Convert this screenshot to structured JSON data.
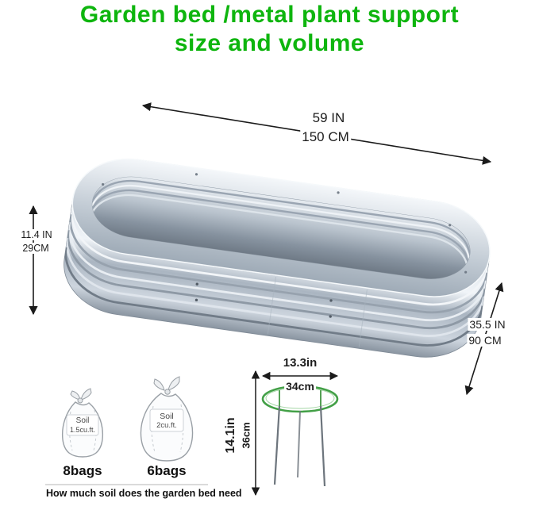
{
  "title": {
    "line1": "Garden bed /metal plant support",
    "line2": "size and volume"
  },
  "bed_dimensions": {
    "length": {
      "inches": "59 IN",
      "cm": "150 CM"
    },
    "height": {
      "inches": "11.4 IN",
      "cm": "29CM"
    },
    "width": {
      "inches": "35.5 IN",
      "cm": "90 CM"
    }
  },
  "plant_support": {
    "diameter": {
      "inches": "13.3in",
      "cm": "34cm"
    },
    "height": {
      "inches": "14.1in",
      "cm": "36cm"
    }
  },
  "soil_info": {
    "bag_small": {
      "line1": "Soil",
      "line2": "1.5cu.ft.",
      "count": "8bags"
    },
    "bag_large": {
      "line1": "Soil",
      "line2": "2cu.ft.",
      "count": "6bags"
    },
    "note": "How much soil does the garden bed need"
  },
  "colors": {
    "title_green": "#0eb50e",
    "ring_green": "#43a047",
    "arrow_black": "#1b1b1b",
    "metal_highlight": "#f0f4f8",
    "metal_shadow": "#8f9aa6"
  }
}
